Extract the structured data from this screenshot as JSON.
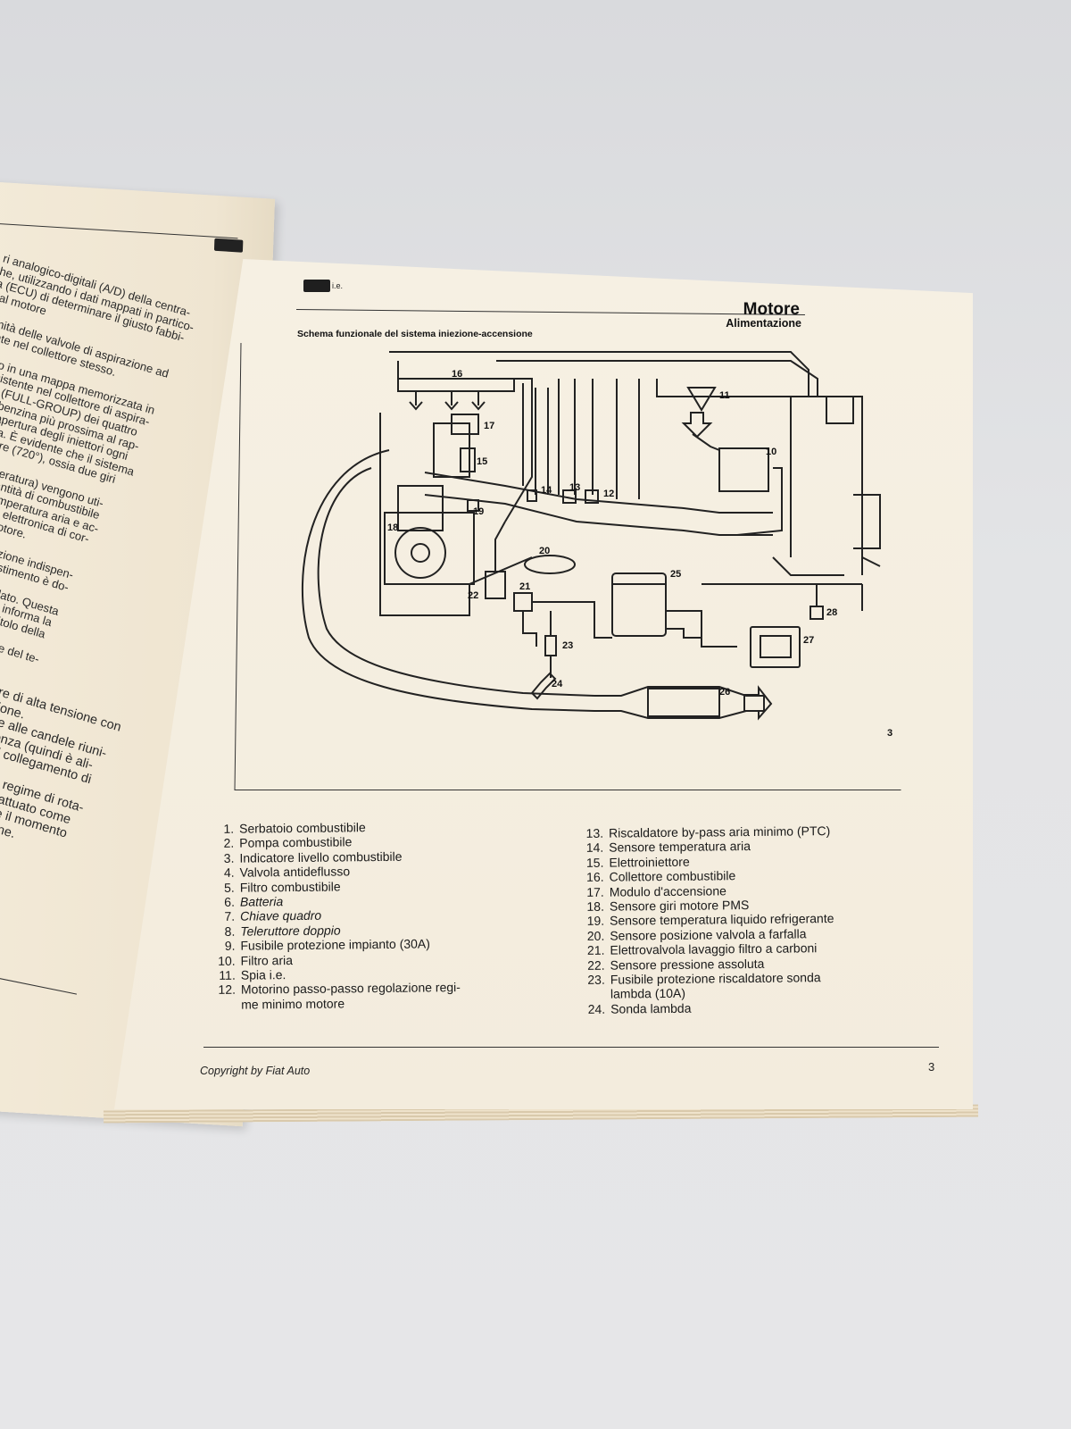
{
  "back_page": {
    "upper_text": "ri analogico-digitali (A/D) della centra-\nhe, utilizzando i dati mappati in partico-\na (ECU) di determinare il giusto fabbi-\ndal motore\n\nsimità delle valvole di aspirazione ad\nsente nel collettore stesso.\n\nenuto in una mappa memorizzata in\nne esistente nel collettore di aspira-\nranea (FULL-GROUP) dei quattro\na aria-benzina più prossima al rap-\nanda l'apertura degli iniettori ogni\ncalcolata. È evidente che il sistema\ndel motore (720°), ossia due giri\n\nne e temperatura) vengono uti-\nsata la quantità di combustibile\nsistema (temperatura aria e ac-\nla centralina elettronica di cor-\nmento del motore.\n\ntrici è la condizione indispen-\ncui questo allestimento è do-\n\n di tipo preriscaldato. Questa\nei gas di scarico, informa la\nin tempo reale il titolo della\n\nne minimo motore e del te-\n a farfalla.",
    "lower_text": "tore di alta tensione con\nnsione.\nente alle candele riuni-\n potenza (quindi è ali-\nper il collegamento di\n\nne del regime di rota-\n quindi attuato come\nzione) e il momento\nmbustione."
  },
  "header": {
    "title": "Motore",
    "subtitle": "Alimentazione",
    "logo_suffix": "i.e."
  },
  "schema_title": "Schema funzionale del sistema iniezione-accensione",
  "diagram_labels": [
    "10",
    "11",
    "12",
    "13",
    "14",
    "15",
    "16",
    "17",
    "18",
    "19",
    "20",
    "21",
    "22",
    "23",
    "24",
    "25",
    "26",
    "27",
    "28",
    "3"
  ],
  "legend_left": [
    {
      "n": "1.",
      "text": "Serbatoio combustibile"
    },
    {
      "n": "2.",
      "text": "Pompa combustibile"
    },
    {
      "n": "3.",
      "text": "Indicatore livello combustibile"
    },
    {
      "n": "4.",
      "text": "Valvola antideflusso"
    },
    {
      "n": "5.",
      "text": "Filtro combustibile"
    },
    {
      "n": "6.",
      "text": "Batteria"
    },
    {
      "n": "7.",
      "text": "Chiave quadro"
    },
    {
      "n": "8.",
      "text": "Teleruttore doppio"
    },
    {
      "n": "9.",
      "text": "Fusibile protezione impianto (30A)"
    },
    {
      "n": "10.",
      "text": "Filtro aria"
    },
    {
      "n": "11.",
      "text": "Spia i.e."
    },
    {
      "n": "12.",
      "text": "Motorino passo-passo regolazione regi-"
    },
    {
      "n": "",
      "text": "me minimo motore"
    }
  ],
  "legend_right": [
    {
      "n": "13.",
      "text": "Riscaldatore by-pass aria minimo (PTC)"
    },
    {
      "n": "14.",
      "text": "Sensore temperatura aria"
    },
    {
      "n": "15.",
      "text": "Elettroiniettore"
    },
    {
      "n": "16.",
      "text": "Collettore combustibile"
    },
    {
      "n": "17.",
      "text": "Modulo d'accensione"
    },
    {
      "n": "18.",
      "text": "Sensore giri motore PMS"
    },
    {
      "n": "19.",
      "text": "Sensore temperatura liquido refrigerante"
    },
    {
      "n": "20.",
      "text": "Sensore posizione valvola a farfalla"
    },
    {
      "n": "21.",
      "text": "Elettrovalvola lavaggio filtro a carboni"
    },
    {
      "n": "22.",
      "text": "Sensore pressione assoluta"
    },
    {
      "n": "23.",
      "text": "Fusibile protezione riscaldatore sonda"
    },
    {
      "n": "",
      "text": "lambda (10A)"
    },
    {
      "n": "24.",
      "text": "Sonda lambda"
    }
  ],
  "footer": {
    "copyright": "Copyright by Fiat Auto",
    "page_number": "3"
  }
}
